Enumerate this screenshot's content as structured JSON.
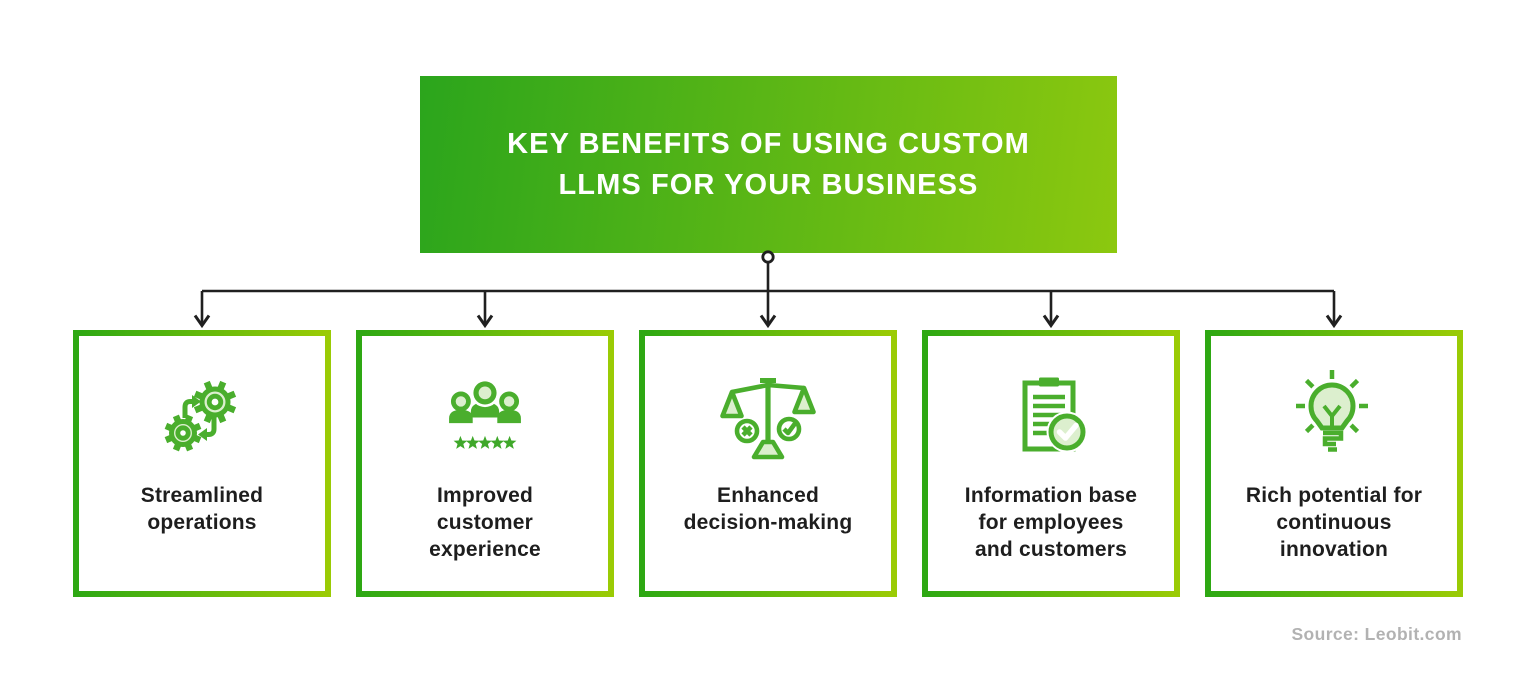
{
  "header": {
    "title": "KEY BENEFITS OF USING CUSTOM LLMS FOR YOUR BUSINESS",
    "title_lines": [
      "KEY BENEFITS OF USING CUSTOM",
      "LLMS FOR YOUR BUSINESS"
    ]
  },
  "benefits": [
    {
      "label": "Streamlined operations",
      "icon": "gears-sync-icon"
    },
    {
      "label": "Improved customer experience",
      "icon": "customers-five-star-rating-icon"
    },
    {
      "label": "Enhanced decision-making",
      "icon": "balance-scale-icon"
    },
    {
      "label": "Information base for employees and customers",
      "icon": "clipboard-checklist-icon"
    },
    {
      "label": "Rich potential for continuous innovation",
      "icon": "lightbulb-innovation-icon"
    }
  ],
  "source": "Source: Leobit.com",
  "colors": {
    "header_gradient_start": "#2BA51C",
    "header_gradient_end": "#8CC80F",
    "card_border_gradient_start": "#2EA813",
    "card_border_gradient_end": "#9ACB05",
    "icon_green": "#4AAE2D",
    "icon_light_fill": "#DCEFCE",
    "star_green": "#3FA82A",
    "connector_dark": "#202020",
    "label_text": "#1E1E1E",
    "source_text": "#B2B2B2"
  }
}
